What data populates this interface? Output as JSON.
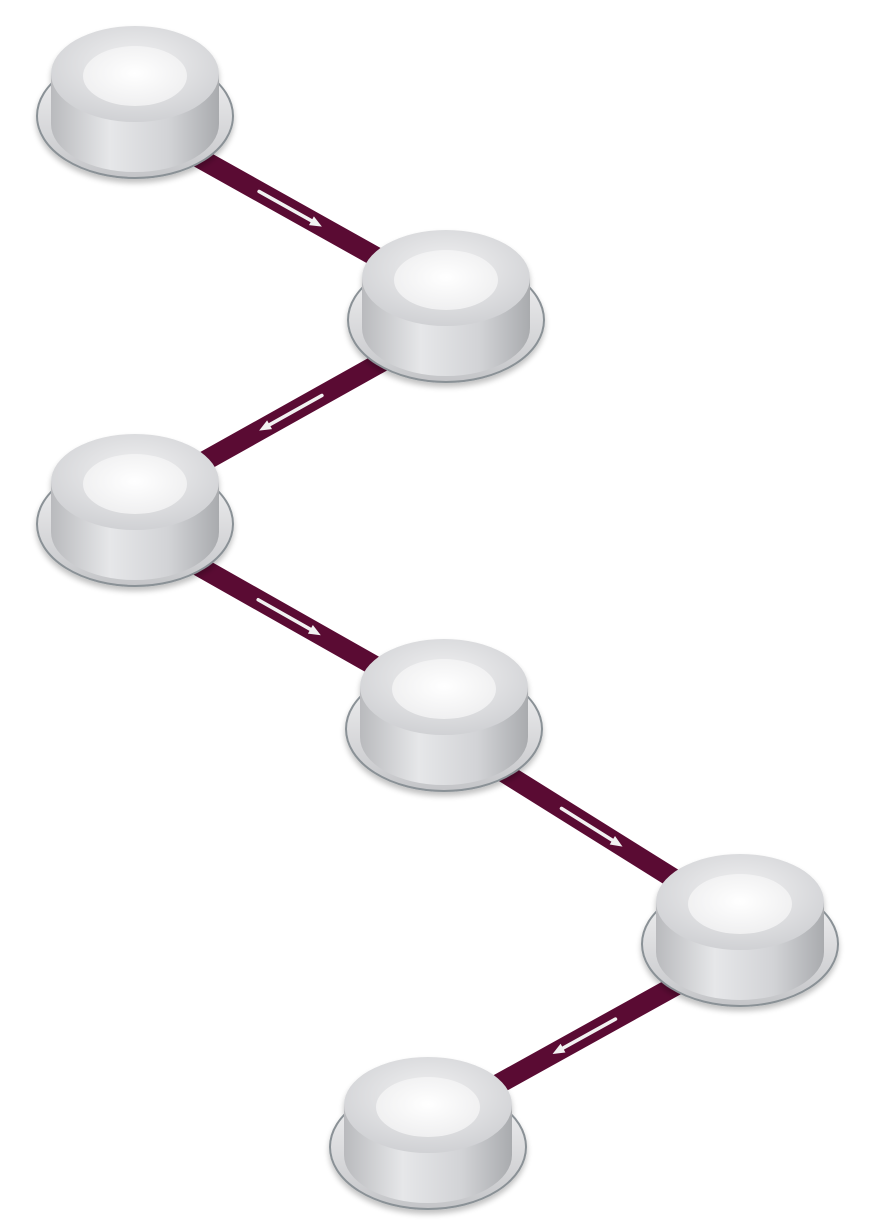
{
  "diagram": {
    "type": "process-flow",
    "node_count": 6,
    "connector_color": "#5a0b33",
    "arrow_color": "#f2f2f2",
    "node_rim_color": "#d8d9dc",
    "node_base_color": "#c9cacd",
    "node_outline_color": "#8a9196",
    "nodes": [
      {
        "id": "step-1",
        "label": ""
      },
      {
        "id": "step-2",
        "label": ""
      },
      {
        "id": "step-3",
        "label": ""
      },
      {
        "id": "step-4",
        "label": ""
      },
      {
        "id": "step-5",
        "label": ""
      },
      {
        "id": "step-6",
        "label": ""
      }
    ],
    "connectors": [
      {
        "from": "step-1",
        "to": "step-2",
        "arrow": "right-down"
      },
      {
        "from": "step-2",
        "to": "step-3",
        "arrow": "left-down"
      },
      {
        "from": "step-3",
        "to": "step-4",
        "arrow": "right-down"
      },
      {
        "from": "step-4",
        "to": "step-5",
        "arrow": "right-down"
      },
      {
        "from": "step-5",
        "to": "step-6",
        "arrow": "left-down"
      }
    ]
  }
}
